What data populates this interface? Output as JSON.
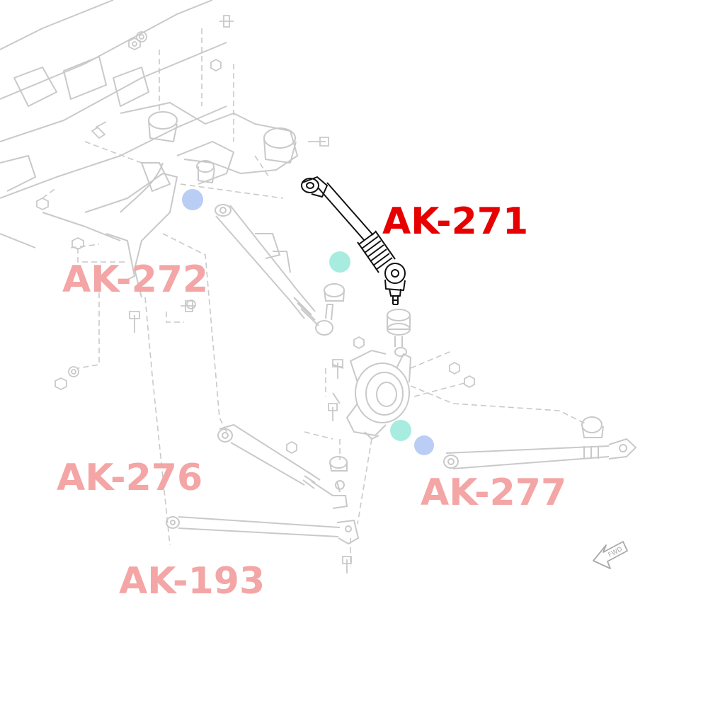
{
  "labels": {
    "main": "AK-271",
    "l272": "AK-272",
    "l276": "AK-276",
    "l277": "AK-277",
    "l193": "AK-193",
    "fwd": "FWD"
  },
  "colors": {
    "line_faint": "#c9c9c9",
    "line_dark": "#111111",
    "main_label": "#e60000",
    "faded_label": "#f4a5a5",
    "blue_dot": "#b9cdf5",
    "teal_dot": "#a8ece0"
  },
  "icons": [
    "fwd-arrow-icon"
  ]
}
